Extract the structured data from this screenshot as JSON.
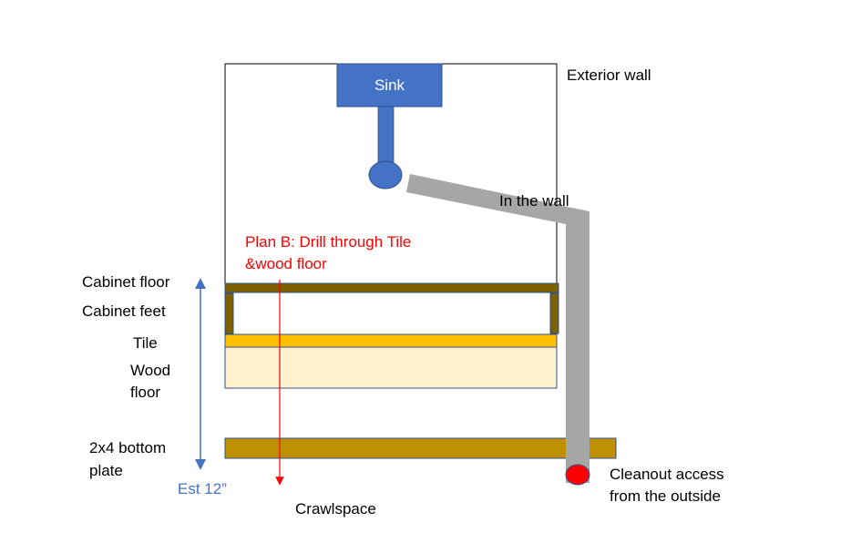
{
  "diagram": {
    "title": "Sink drain plumbing cross-section",
    "colors": {
      "sink": "#4472c4",
      "sink_outline": "#2f528f",
      "pipe": "#a6a6a6",
      "cabinet_wood": "#7f6000",
      "tile": "#ffc000",
      "wood_floor": "#fff2cc",
      "bottom_plate": "#bf9000",
      "cleanout": "#ff0000",
      "drill_line": "#ff0000",
      "measure_arrow": "#4472c4",
      "outline": "#2f528f"
    },
    "labels": {
      "sink": "Sink",
      "exterior_wall": "Exterior wall",
      "in_the_wall": "In the wall",
      "plan_b_line1": "Plan B: Drill through Tile",
      "plan_b_line2": "&wood floor",
      "cabinet_floor": "Cabinet floor",
      "cabinet_feet": "Cabinet feet",
      "tile": "Tile",
      "wood_floor_line1": "Wood",
      "wood_floor_line2": "floor",
      "bottom_plate_line1": "2x4 bottom",
      "bottom_plate_line2": "plate",
      "estimate": "Est 12”",
      "crawlspace": "Crawlspace",
      "cleanout_line1": "Cleanout access",
      "cleanout_line2": "from the outside"
    }
  }
}
